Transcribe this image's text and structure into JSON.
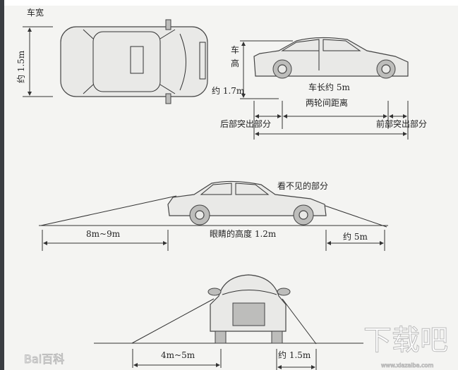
{
  "top_view": {
    "width_label": "车宽",
    "width_value": "约 1.5m"
  },
  "side_view": {
    "height_label_1": "车",
    "height_label_2": "高",
    "rear_overhang_value": "约 1.7m",
    "length_label": "车长约 5m",
    "wheelbase_label": "两轮间距离",
    "rear_overhang_label": "后部突出部分",
    "front_overhang_label": "前部突出部分"
  },
  "blind_side": {
    "blind_area_label": "看不见的部分",
    "rear_distance": "8m~9m",
    "eye_height": "眼睛的高度 1.2m",
    "front_distance": "约 5m"
  },
  "blind_front": {
    "left_distance": "4m~5m",
    "right_distance": "约 1.5m"
  },
  "watermarks": {
    "baidu": "Bai百科",
    "site": "下载吧",
    "site_url": "www.xiazaiba.com"
  }
}
